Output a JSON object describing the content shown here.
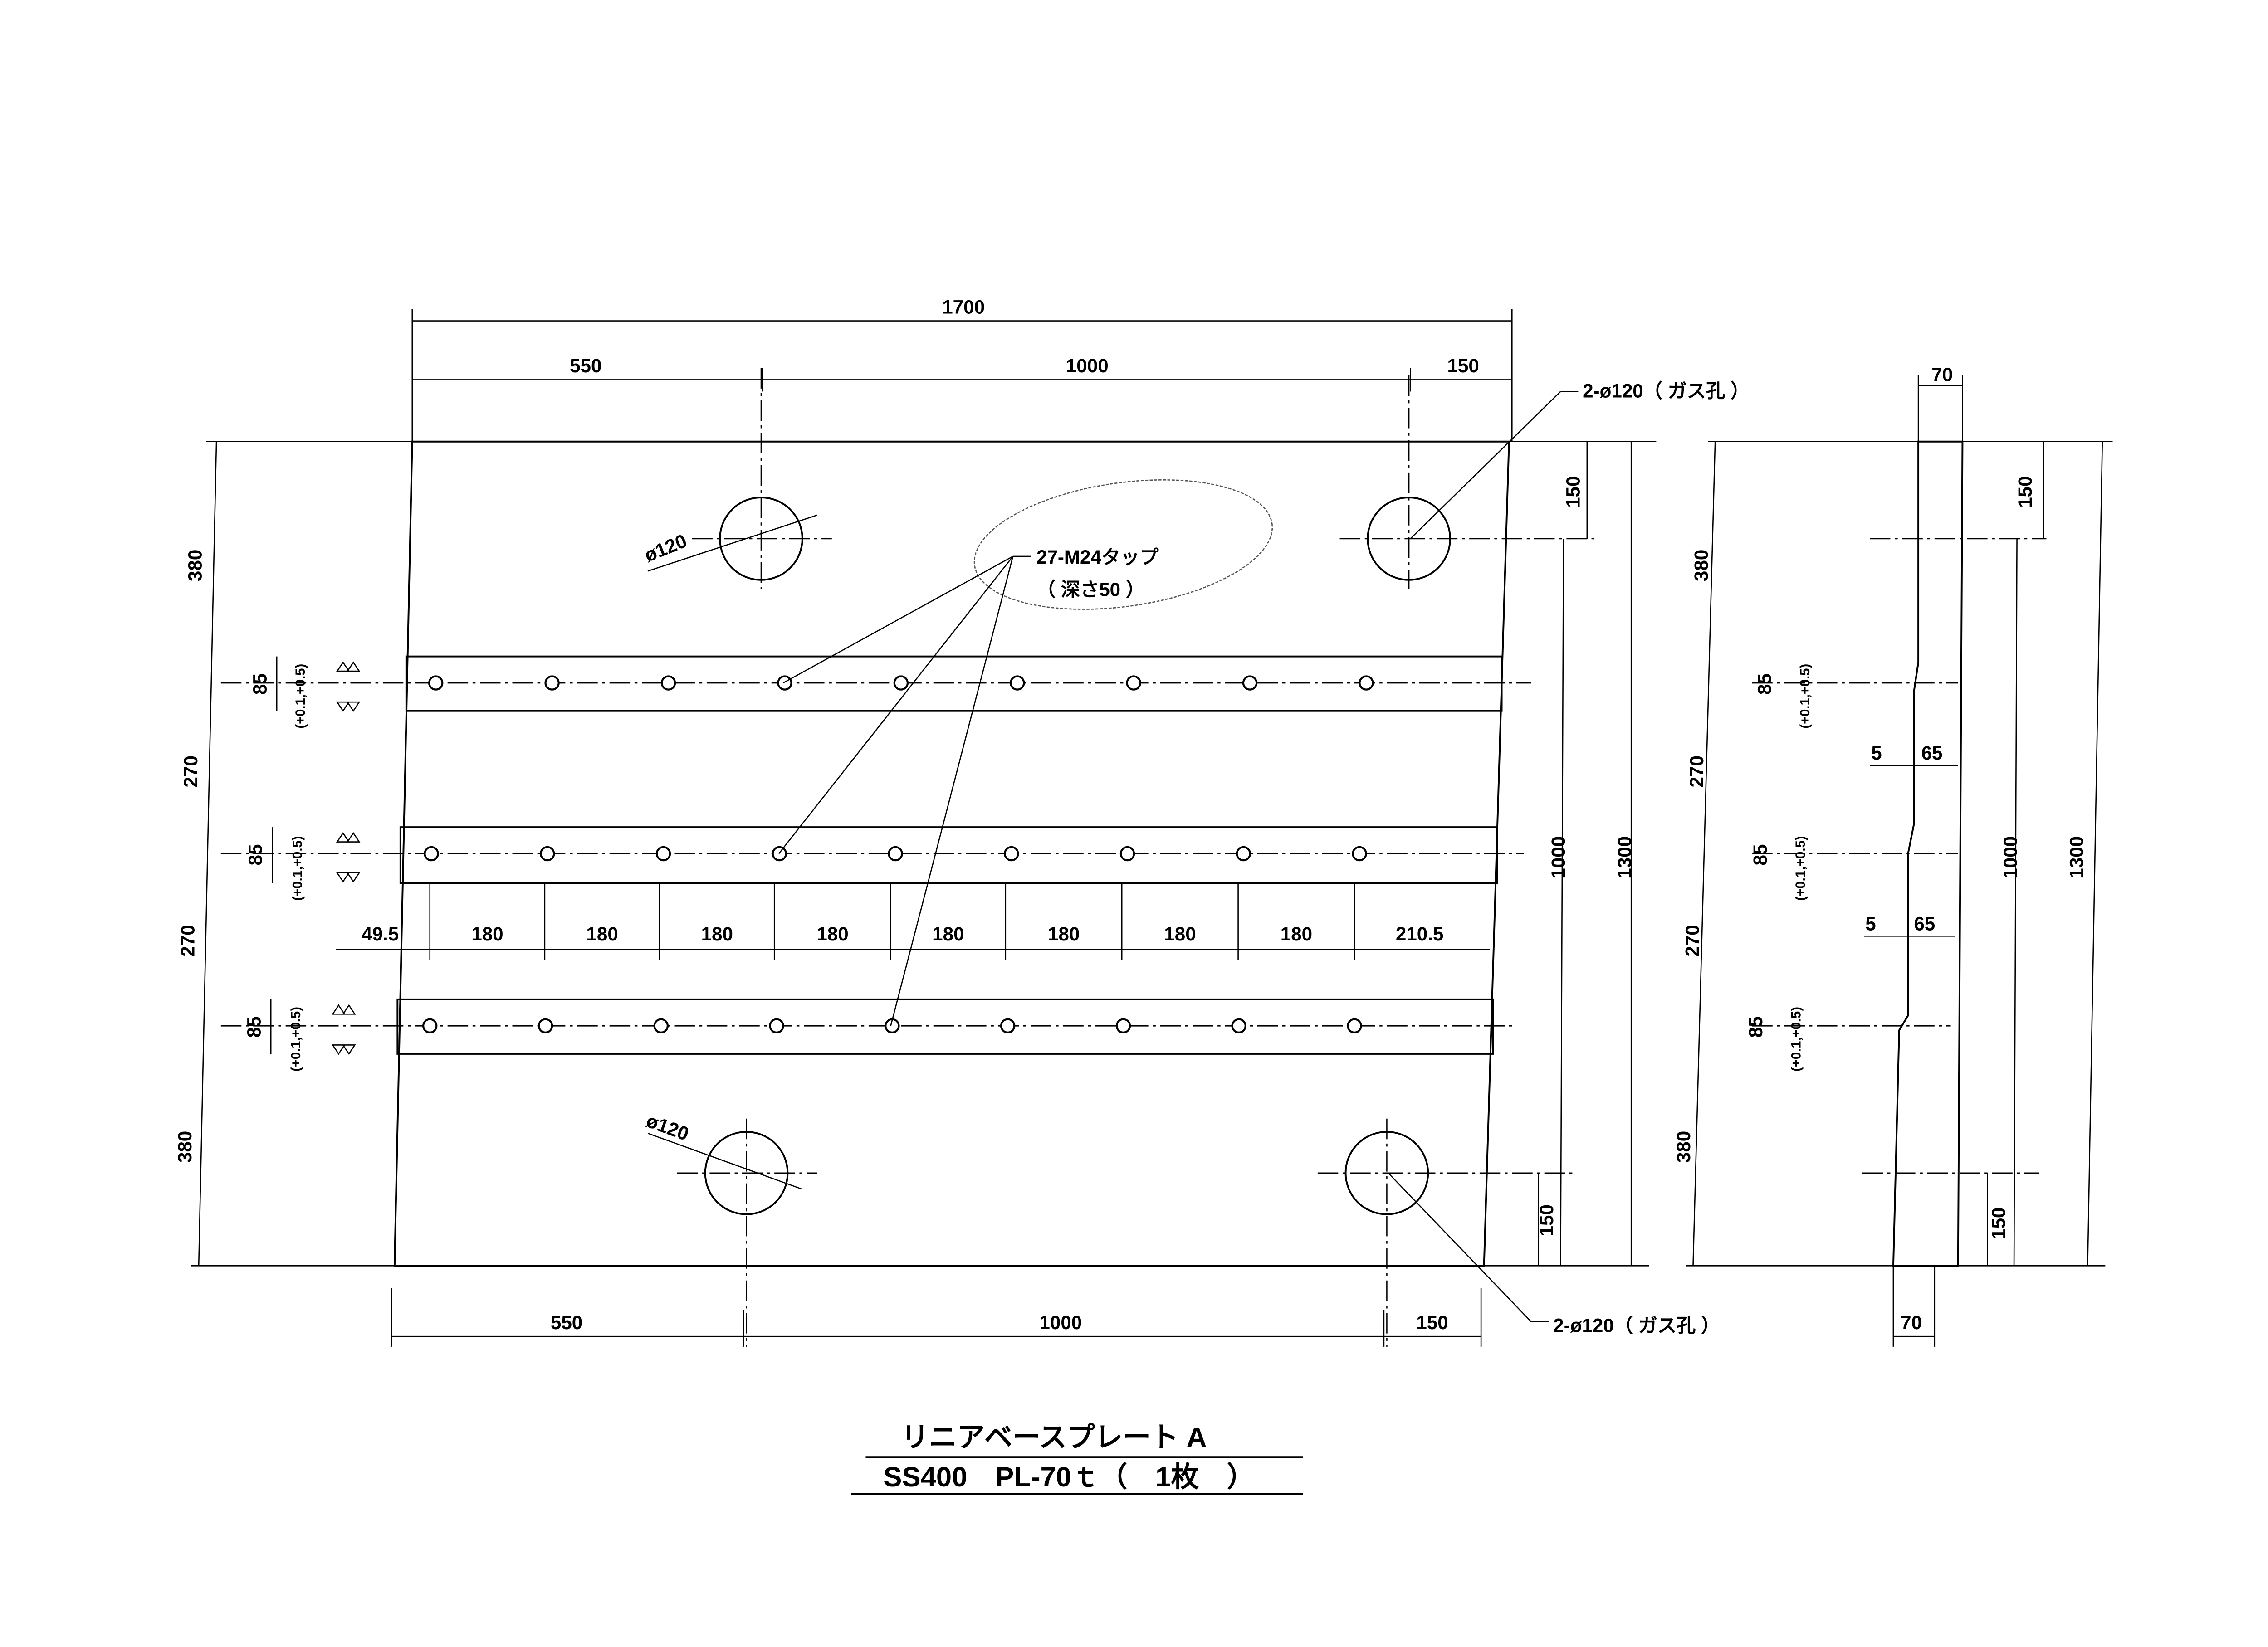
{
  "drawing": {
    "title": "リニアベースプレート A",
    "spec": "SS400　PL-70ｔ（　1枚　）",
    "callouts": {
      "gas_hole_top": "2-ø120（ ガス孔 ）",
      "gas_hole_bottom": "2-ø120（ ガス孔 ）",
      "tap_line1": "27-M24タップ",
      "tap_line2": "（ 深さ50 ）",
      "dia_top": "ø120",
      "dia_bottom": "ø120"
    },
    "front_view": {
      "overall_width": "1700",
      "top_dims": [
        "550",
        "1000",
        "150"
      ],
      "bottom_dims": [
        "550",
        "1000",
        "150"
      ],
      "left_dims": [
        "380",
        "270",
        "270",
        "380"
      ],
      "slot_width": "85",
      "tolerance": "(+0.1,+0.5)",
      "hole_pitch": [
        "49.5",
        "180",
        "180",
        "180",
        "180",
        "180",
        "180",
        "180",
        "180",
        "210.5"
      ],
      "right_dims": {
        "top": "150",
        "inner": "1000",
        "overall": "1300",
        "bottom": "150"
      }
    },
    "side_view": {
      "thickness_top": "70",
      "thickness_bottom": "70",
      "left_dims": [
        "380",
        "270",
        "270",
        "380"
      ],
      "slot_width": "85",
      "tolerance": "(+0.1,+0.5)",
      "step_dims_1": [
        "5",
        "65"
      ],
      "step_dims_2": [
        "5",
        "65"
      ],
      "right_dims": {
        "top": "150",
        "inner": "1000",
        "overall": "1300",
        "bottom": "150"
      }
    }
  }
}
